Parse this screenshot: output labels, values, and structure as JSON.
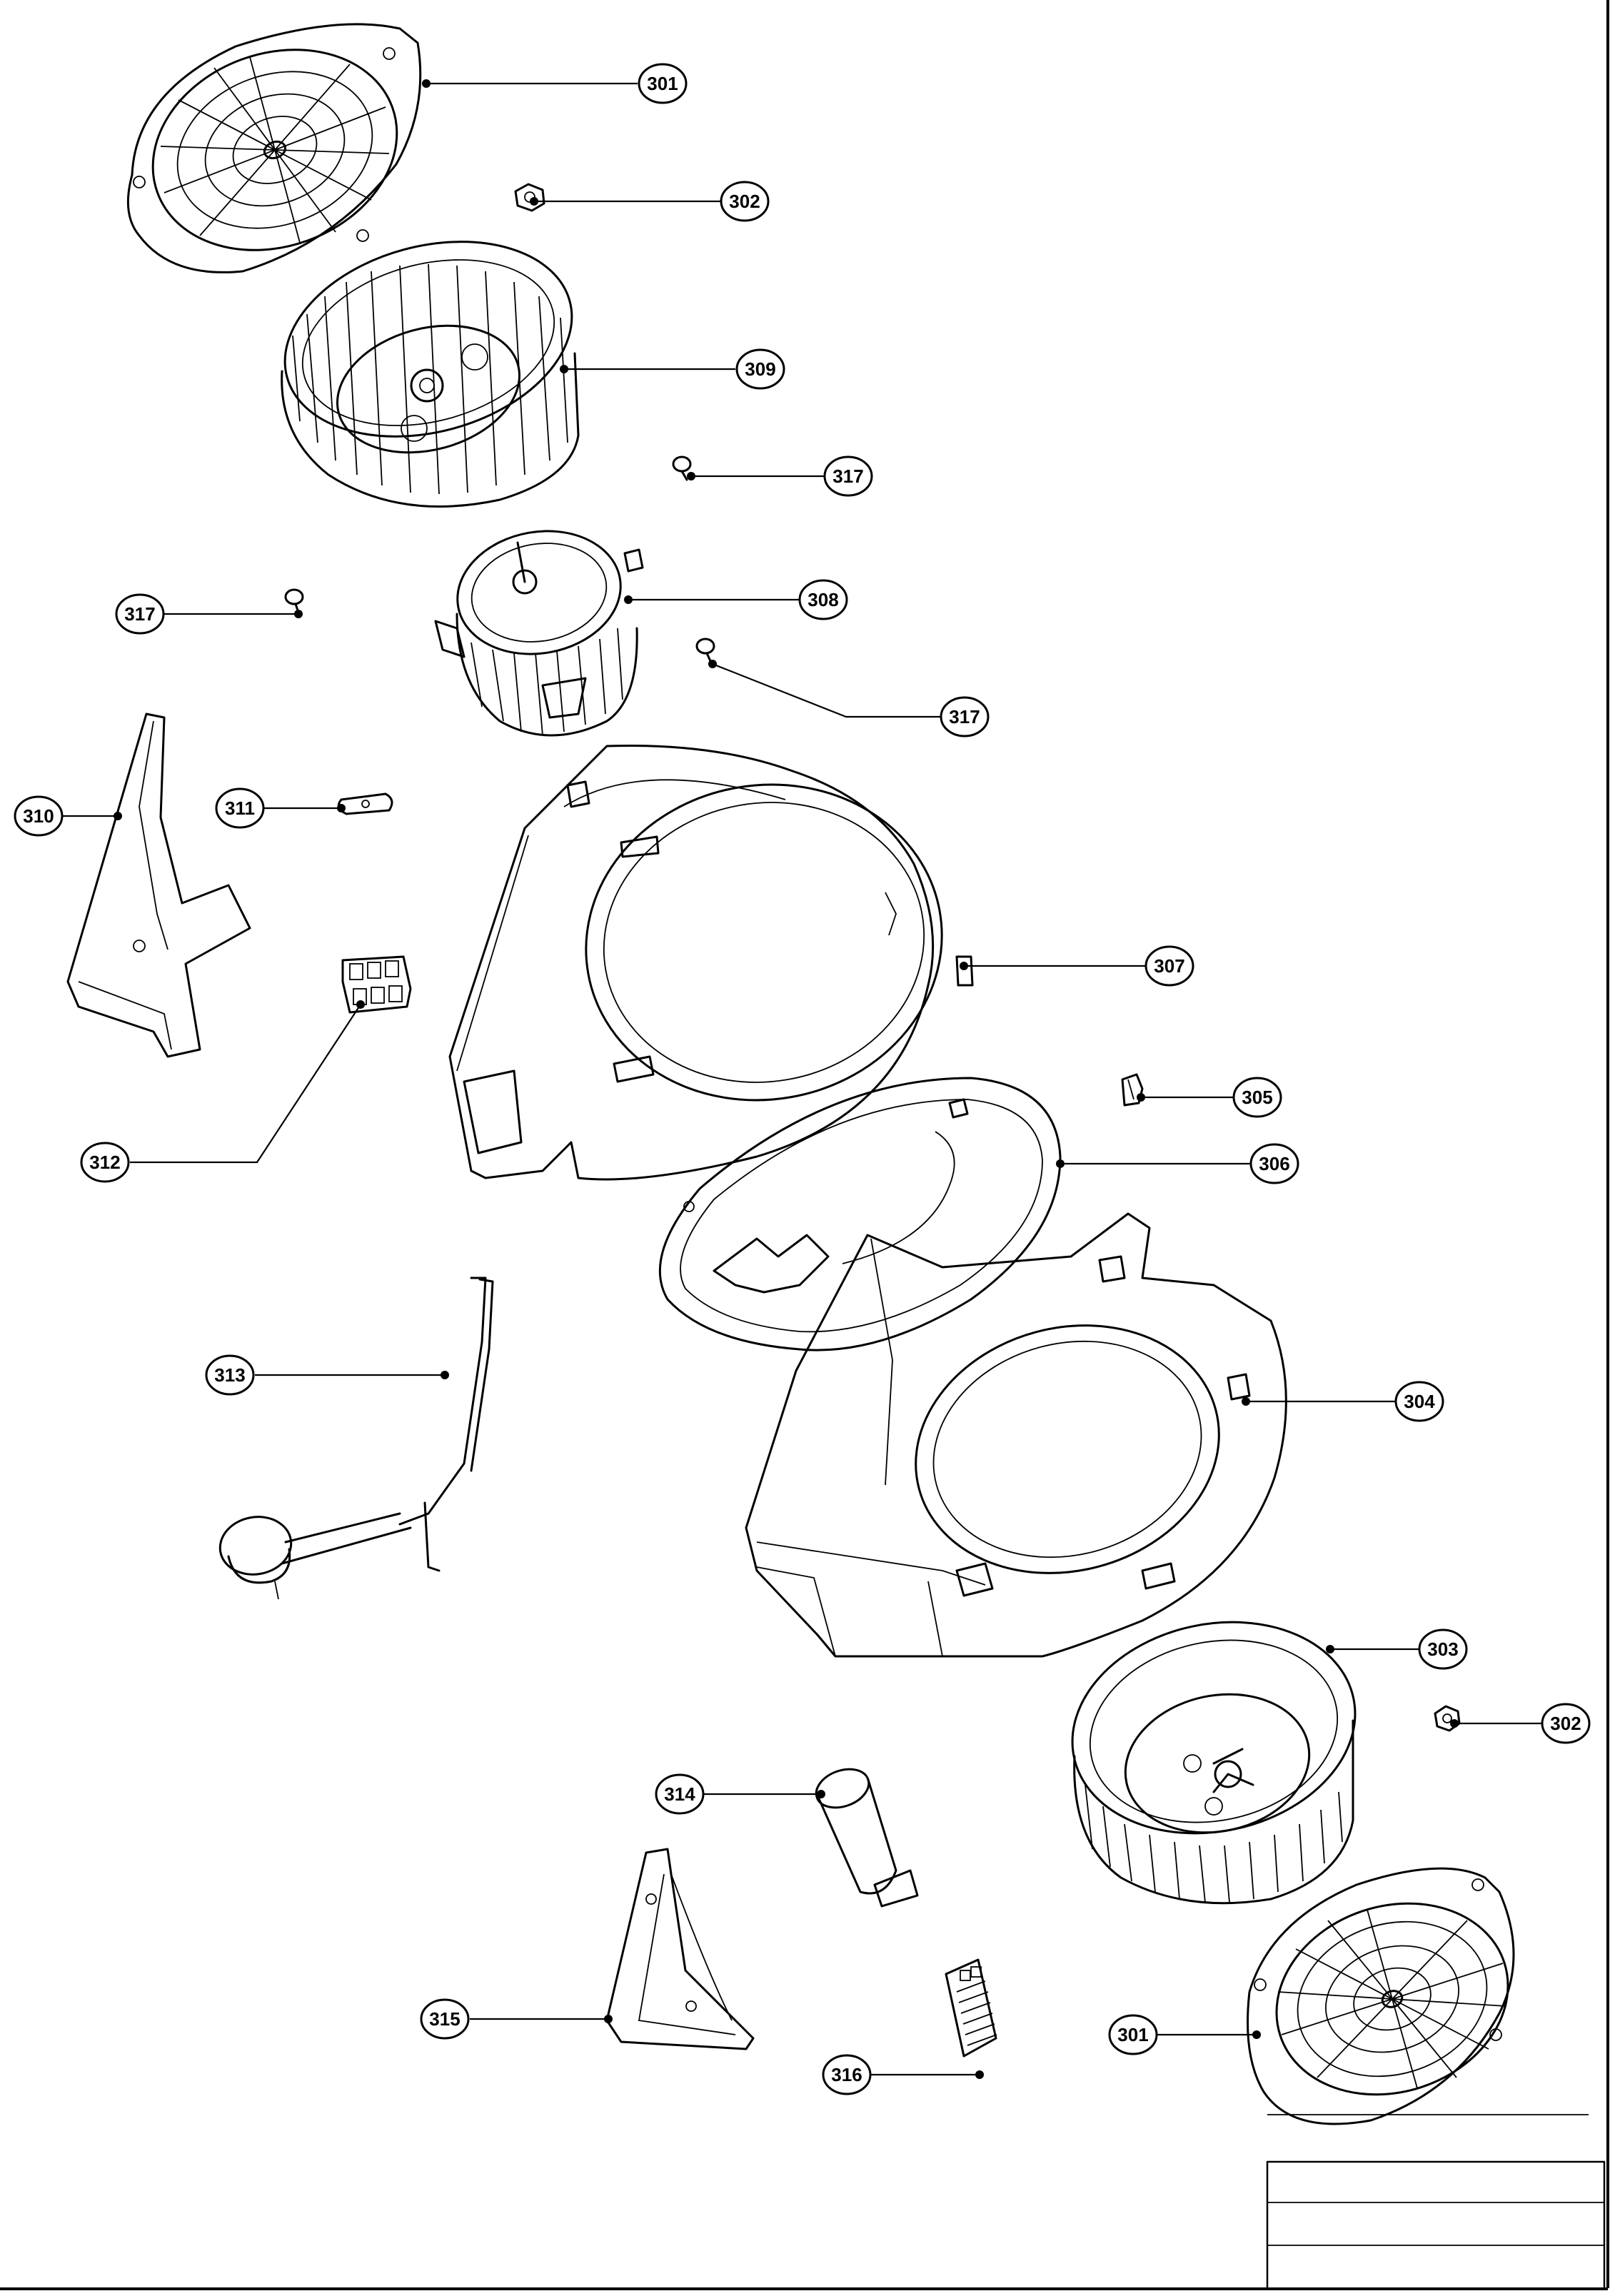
{
  "diagram": {
    "labels": {
      "fan_guard_top": "301",
      "nut_top": "302",
      "blower_wheel_top": "309",
      "screw_right_top": "317",
      "screw_left": "317",
      "motor": "308",
      "screw_right_mid": "317",
      "bracket": "310",
      "clip": "311",
      "terminal_block_top": "312",
      "housing_top": "307",
      "grommet": "305",
      "gasket_plate": "306",
      "thermostat": "313",
      "housing_bottom": "304",
      "blower_wheel_bottom": "303",
      "nut_bottom": "302",
      "capacitor": "314",
      "capacitor_bracket": "315",
      "terminal_block_bottom": "316",
      "fan_guard_bottom": "301"
    }
  }
}
